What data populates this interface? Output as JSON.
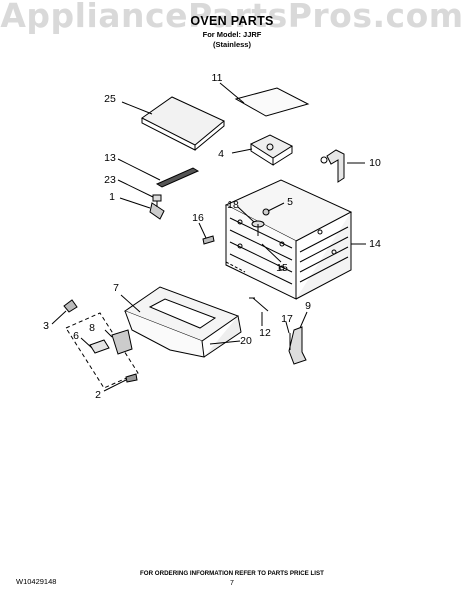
{
  "watermark": "AppliancePartsPros.com",
  "header": {
    "title": "OVEN PARTS",
    "model_line": "For Model: JJRF",
    "finish": "(Stainless)"
  },
  "callouts": [
    "25",
    "11",
    "4",
    "10",
    "13",
    "23",
    "1",
    "18",
    "5",
    "16",
    "14",
    "15",
    "7",
    "3",
    "8",
    "6",
    "12",
    "17",
    "9",
    "20",
    "2"
  ],
  "footer": {
    "doc_number": "W10429148",
    "ordering_note": "FOR ORDERING INFORMATION REFER TO PARTS PRICE LIST",
    "page_number": "7"
  }
}
